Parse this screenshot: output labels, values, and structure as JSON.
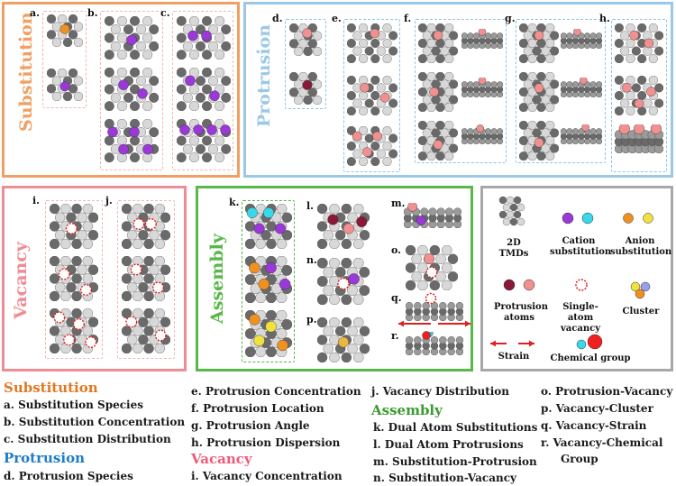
{
  "panels": {
    "substitution": {
      "title": "Substitution",
      "color": "#f0a064"
    },
    "protrusion": {
      "title": "Protrusion",
      "color": "#9cc8e8"
    },
    "vacancy": {
      "title": "Vacancy",
      "color": "#f08c96"
    },
    "assembly": {
      "title": "Assembly",
      "color": "#58b848"
    },
    "legend_box_color": "#a8a8a8"
  },
  "letters": {
    "a": "a.",
    "b": "b.",
    "c": "c.",
    "d": "d.",
    "e": "e.",
    "f": "f.",
    "g": "g.",
    "h": "h.",
    "i": "i.",
    "j": "j.",
    "k": "k.",
    "l": "l.",
    "m": "m.",
    "n": "n.",
    "o": "o.",
    "p": "p.",
    "q": "q.",
    "r": "r."
  },
  "legend": {
    "tmd": "2D TMDs",
    "cation": "Cation substitution",
    "anion": "Anion substitution",
    "protrusion_atoms": "Protrusion atoms",
    "vacancy": "Single-atom vacancy",
    "cluster": "Cluster",
    "strain": "Strain",
    "chemical_group": "Chemical group"
  },
  "atom_colors": {
    "metal": "#6a6a6a",
    "chalcogen": "#d8d8d8",
    "cation_purple": "#9a38d8",
    "cation_cyan": "#38d8e8",
    "anion_orange": "#f09020",
    "anion_yellow": "#f0e040",
    "protrusion_dark": "#8a1838",
    "protrusion_pink": "#f09090",
    "vacancy": "#e02020",
    "strain": "#e02020"
  },
  "captions": {
    "col1": {
      "h_substitution": "Substitution",
      "a": "a. Substitution Species",
      "b": "b. Substitution Concentration",
      "c": "c. Substitution Distribution",
      "h_protrusion": "Protrusion",
      "d": "d. Protrusion Species"
    },
    "col2": {
      "e": "e. Protrusion Concentration",
      "f": "f. Protrusion Location",
      "g": "g. Protrusion Angle",
      "h": "h. Protrusion Dispersion",
      "h_vacancy": "Vacancy",
      "i": "i. Vacancy Concentration"
    },
    "col3": {
      "j": "j. Vacancy Distribution",
      "h_assembly": "Assembly",
      "k": "k. Dual Atom Substitutions",
      "l": "l.  Dual Atom Protrusions",
      "m": "m. Substitution-Protrusion",
      "n": "n. Substitution-Vacancy"
    },
    "col4": {
      "o": "o. Protrusion-Vacancy",
      "p": "p. Vacancy-Cluster",
      "q": "q. Vacancy-Strain",
      "r1": "r.  Vacancy-Chemical",
      "r2": "Group"
    }
  },
  "caption_colors": {
    "substitution": "#e07820",
    "protrusion": "#1e7cc8",
    "vacancy": "#f05a78",
    "assembly": "#3a9a30"
  }
}
